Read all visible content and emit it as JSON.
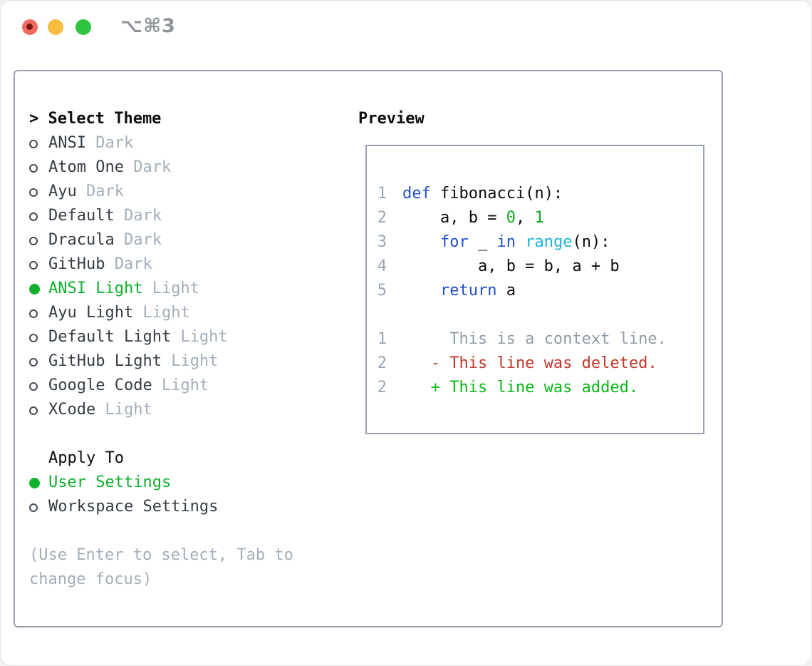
{
  "titlebar": {
    "shortcut": "⌥⌘3",
    "buttons": [
      "close",
      "minimize",
      "zoom"
    ]
  },
  "theme_picker": {
    "header": "> Select Theme",
    "themes": [
      {
        "name": "ANSI",
        "variant": "Dark",
        "selected": false
      },
      {
        "name": "Atom One",
        "variant": "Dark",
        "selected": false
      },
      {
        "name": "Ayu",
        "variant": "Dark",
        "selected": false
      },
      {
        "name": "Default",
        "variant": "Dark",
        "selected": false
      },
      {
        "name": "Dracula",
        "variant": "Dark",
        "selected": false
      },
      {
        "name": "GitHub",
        "variant": "Dark",
        "selected": false
      },
      {
        "name": "ANSI Light",
        "variant": "Light",
        "selected": true
      },
      {
        "name": "Ayu Light",
        "variant": "Light",
        "selected": false
      },
      {
        "name": "Default Light",
        "variant": "Light",
        "selected": false
      },
      {
        "name": "GitHub Light",
        "variant": "Light",
        "selected": false
      },
      {
        "name": "Google Code",
        "variant": "Light",
        "selected": false
      },
      {
        "name": "XCode",
        "variant": "Light",
        "selected": false
      }
    ],
    "apply_to": {
      "header": "Apply To",
      "options": [
        {
          "name": "User Settings",
          "selected": true
        },
        {
          "name": "Workspace Settings",
          "selected": false
        }
      ]
    },
    "hint": "(Use Enter to select, Tab to change focus)"
  },
  "preview": {
    "header": "Preview",
    "code_lines": [
      {
        "ln": "1",
        "tokens": [
          [
            "def",
            "kw"
          ],
          [
            " fibonacci(n):",
            "pl"
          ]
        ]
      },
      {
        "ln": "2",
        "tokens": [
          [
            "    a, b = ",
            "pl"
          ],
          [
            "0",
            "num"
          ],
          [
            ", ",
            "pl"
          ],
          [
            "1",
            "num"
          ]
        ]
      },
      {
        "ln": "3",
        "tokens": [
          [
            "    ",
            "pl"
          ],
          [
            "for",
            "kw"
          ],
          [
            " _ ",
            "pl"
          ],
          [
            "in",
            "kw"
          ],
          [
            " ",
            "pl"
          ],
          [
            "range",
            "fn"
          ],
          [
            "(n):",
            "pl"
          ]
        ]
      },
      {
        "ln": "4",
        "tokens": [
          [
            "        a, b = b, a + b",
            "pl"
          ]
        ]
      },
      {
        "ln": "5",
        "tokens": [
          [
            "    ",
            "pl"
          ],
          [
            "return",
            "kw"
          ],
          [
            " a",
            "pl"
          ]
        ]
      },
      {
        "ln": "",
        "tokens": []
      },
      {
        "ln": "1",
        "tokens": [
          [
            "     This is a context line.",
            "ctx"
          ]
        ]
      },
      {
        "ln": "2",
        "tokens": [
          [
            "   - This line was deleted.",
            "del"
          ]
        ]
      },
      {
        "ln": "2",
        "tokens": [
          [
            "   + This line was added.",
            "add"
          ]
        ]
      }
    ]
  },
  "colors": {
    "selected_green": "#10b12c",
    "keyword_blue": "#2150d0",
    "function_cyan": "#1fb4d4",
    "number_green": "#0bab1d",
    "diff_deleted_red": "#c2392a",
    "diff_added_green": "#0ab818",
    "muted_gray": "#a4aeb9",
    "border_gray": "#99a2ac"
  }
}
